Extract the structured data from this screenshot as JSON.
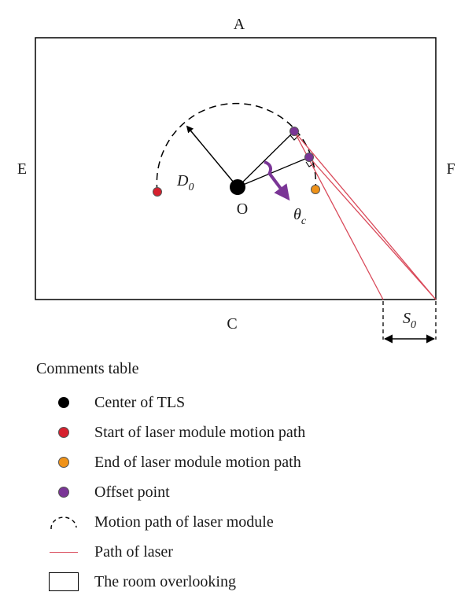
{
  "labels": {
    "top": "A",
    "bottom": "C",
    "left": "E",
    "right": "F",
    "center": "O",
    "radius": "D",
    "radius_sub": "0",
    "angle": "θ",
    "angle_sub": "c",
    "offset": "S",
    "offset_sub": "0"
  },
  "legend": {
    "title": "Comments table",
    "items": [
      {
        "symbol": "black-dot",
        "label": "Center of TLS"
      },
      {
        "symbol": "red-dot",
        "label": "Start of laser module motion path"
      },
      {
        "symbol": "orange-dot",
        "label": "End of laser module motion path"
      },
      {
        "symbol": "purple-dot",
        "label": "Offset point"
      },
      {
        "symbol": "dashed-arc",
        "label": "Motion path of laser module"
      },
      {
        "symbol": "red-line",
        "label": "Path of laser"
      },
      {
        "symbol": "square",
        "label": "The room overlooking"
      }
    ]
  },
  "colors": {
    "start_point": "#d6202e",
    "end_point": "#ef9218",
    "offset_point": "#7a3596",
    "laser_path": "#d94a5a",
    "center_point": "#000000"
  }
}
